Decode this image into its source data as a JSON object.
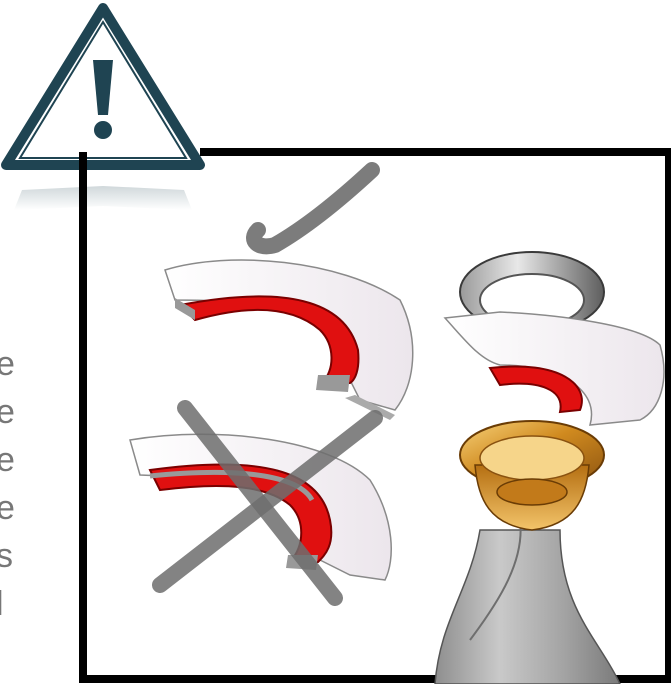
{
  "warning": {
    "icon": "warning-triangle-icon",
    "stroke_color": "#1f4452"
  },
  "frame": {
    "border_color": "#000000"
  },
  "correct_mark": {
    "icon": "check-mark-icon",
    "color": "#6e6e6e"
  },
  "incorrect_mark": {
    "icon": "cross-mark-icon",
    "color": "#6e6e6e"
  },
  "gasket_color": "#e01010",
  "edge_letters": [
    "e",
    "e",
    "e",
    "e",
    "s",
    "l"
  ]
}
